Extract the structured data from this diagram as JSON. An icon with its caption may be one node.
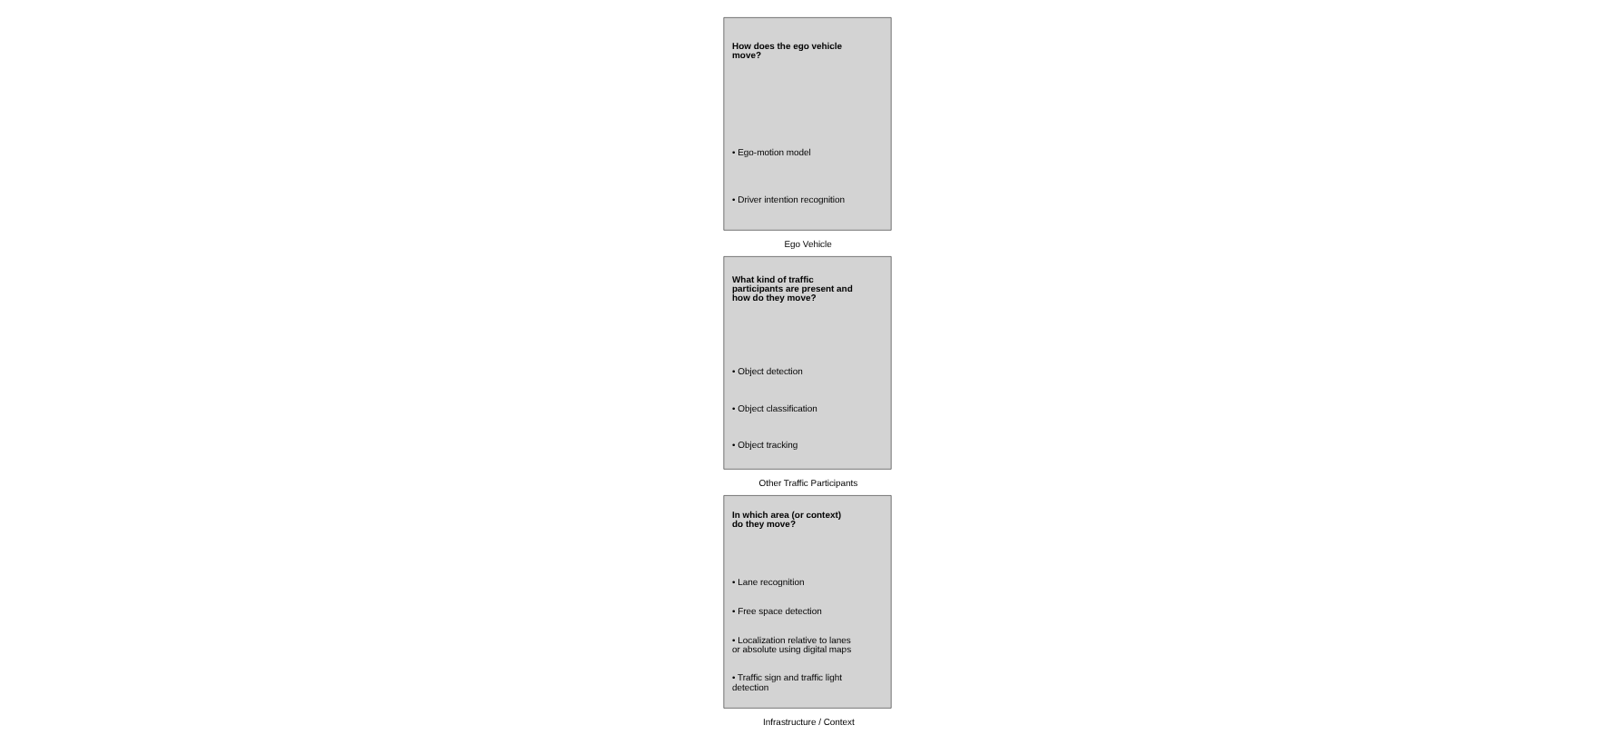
{
  "diagram": {
    "nodes": [
      {
        "text": [
          "How does the ego vehicle move?",
          "• Ego-motion model",
          "• Driver intention recognition"
        ],
        "beside": [
          "Ego Vehicle"
        ]
      },
      {
        "text": [
          "What kind of traffic participants are present and how do they move?",
          "• Object detection",
          "• Object classification",
          "• Object tracking"
        ],
        "beside": [
          "Other Traffic Participants"
        ]
      },
      {
        "text": [
          "In which area (or context) do they move?",
          "• Lane recognition",
          "• Free space detection",
          "• Localization relative to lanes or absolute using digital maps",
          "• Traffic sign and traffic light detection"
        ],
        "beside": [
          "Infrastructure / Context"
        ]
      }
    ],
    "edges": []
  }
}
